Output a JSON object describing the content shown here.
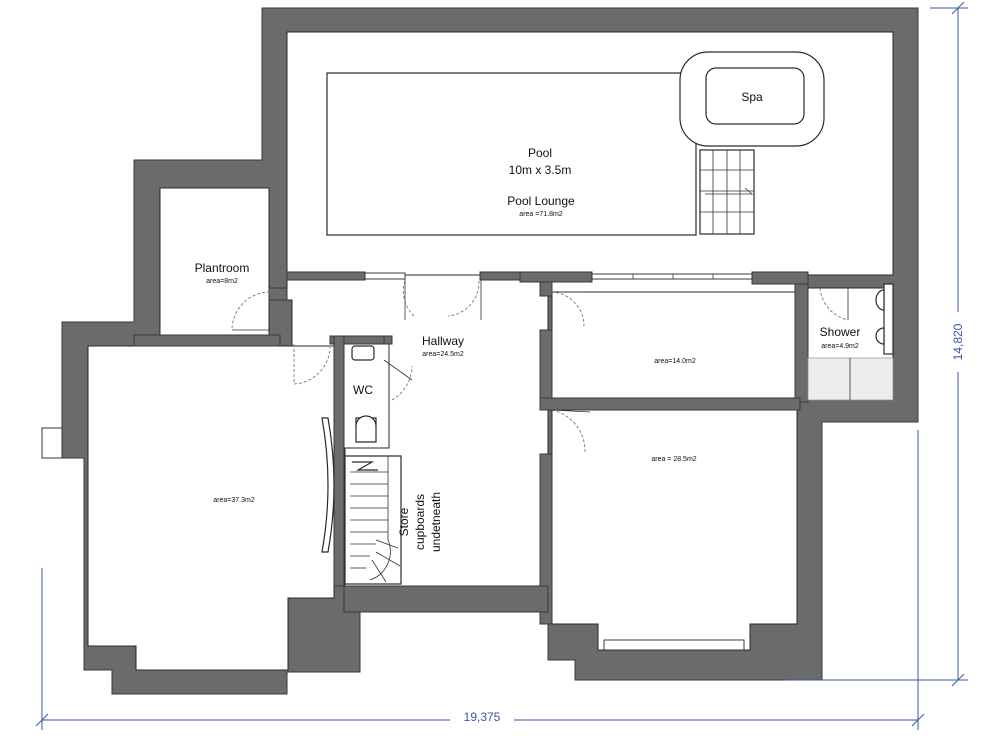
{
  "rooms": {
    "pool_lounge": {
      "pool_name": "Pool",
      "pool_size": "10m x 3.5m",
      "name": "Pool Lounge",
      "area": "area =71.8m2"
    },
    "spa": {
      "name": "Spa"
    },
    "plantroom": {
      "name": "Plantroom",
      "area": "area=8m2"
    },
    "hallway": {
      "name": "Hallway",
      "area": "area=24.5m2"
    },
    "wc": {
      "name": "WC"
    },
    "store": {
      "line1": "Store",
      "line2": "cupboards",
      "line3": "undetneath"
    },
    "shower": {
      "name": "Shower",
      "area": "area=4.9m2"
    },
    "room_right_top": {
      "area": "area=14.0m2"
    },
    "room_right_bottom": {
      "area": "area = 28.5m2"
    },
    "room_left": {
      "area": "area=37.3m2"
    }
  },
  "dimensions": {
    "width": "19,375",
    "height": "14,820"
  },
  "colors": {
    "wall": "#6b6b6b",
    "dimension": "#3a57a8"
  }
}
